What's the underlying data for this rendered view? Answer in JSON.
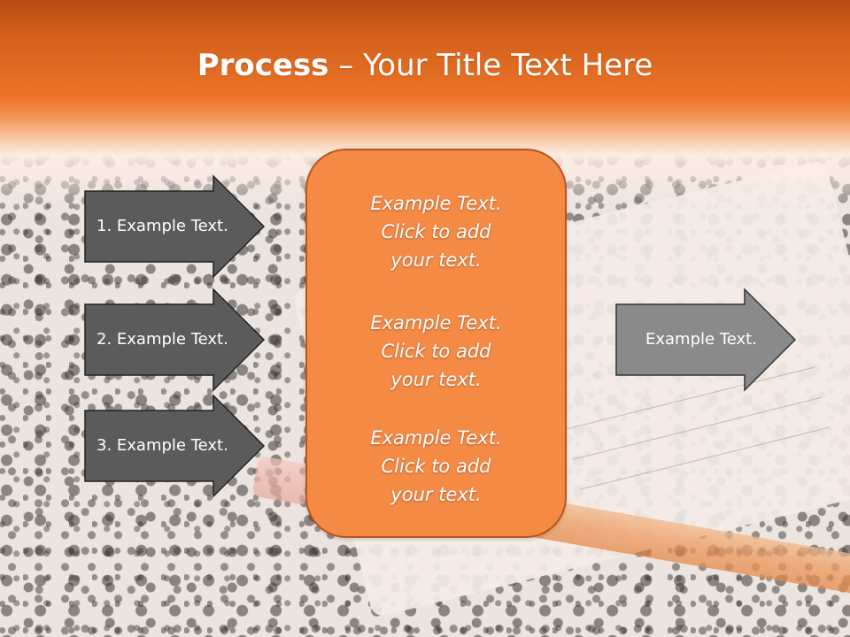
{
  "slide": {
    "title_bold": "Process",
    "title_rest": " – Your Title Text Here"
  },
  "left_arrows": [
    {
      "label": "1. Example Text."
    },
    {
      "label": "2. Example Text."
    },
    {
      "label": "3. Example Text."
    }
  ],
  "center_box": {
    "blocks": [
      {
        "line1": "Example Text.",
        "line2": "Click  to add",
        "line3": "your text."
      },
      {
        "line1": "Example Text.",
        "line2": "Click  to add",
        "line3": "your text."
      },
      {
        "line1": "Example Text.",
        "line2": "Click  to add",
        "line3": "your text."
      }
    ]
  },
  "right_arrow": {
    "label": "Example Text."
  },
  "colors": {
    "header_orange": "#ec7428",
    "box_orange": "#f58a45",
    "dark_arrow": "#5b5b5b",
    "light_arrow": "#8a8a8a"
  }
}
